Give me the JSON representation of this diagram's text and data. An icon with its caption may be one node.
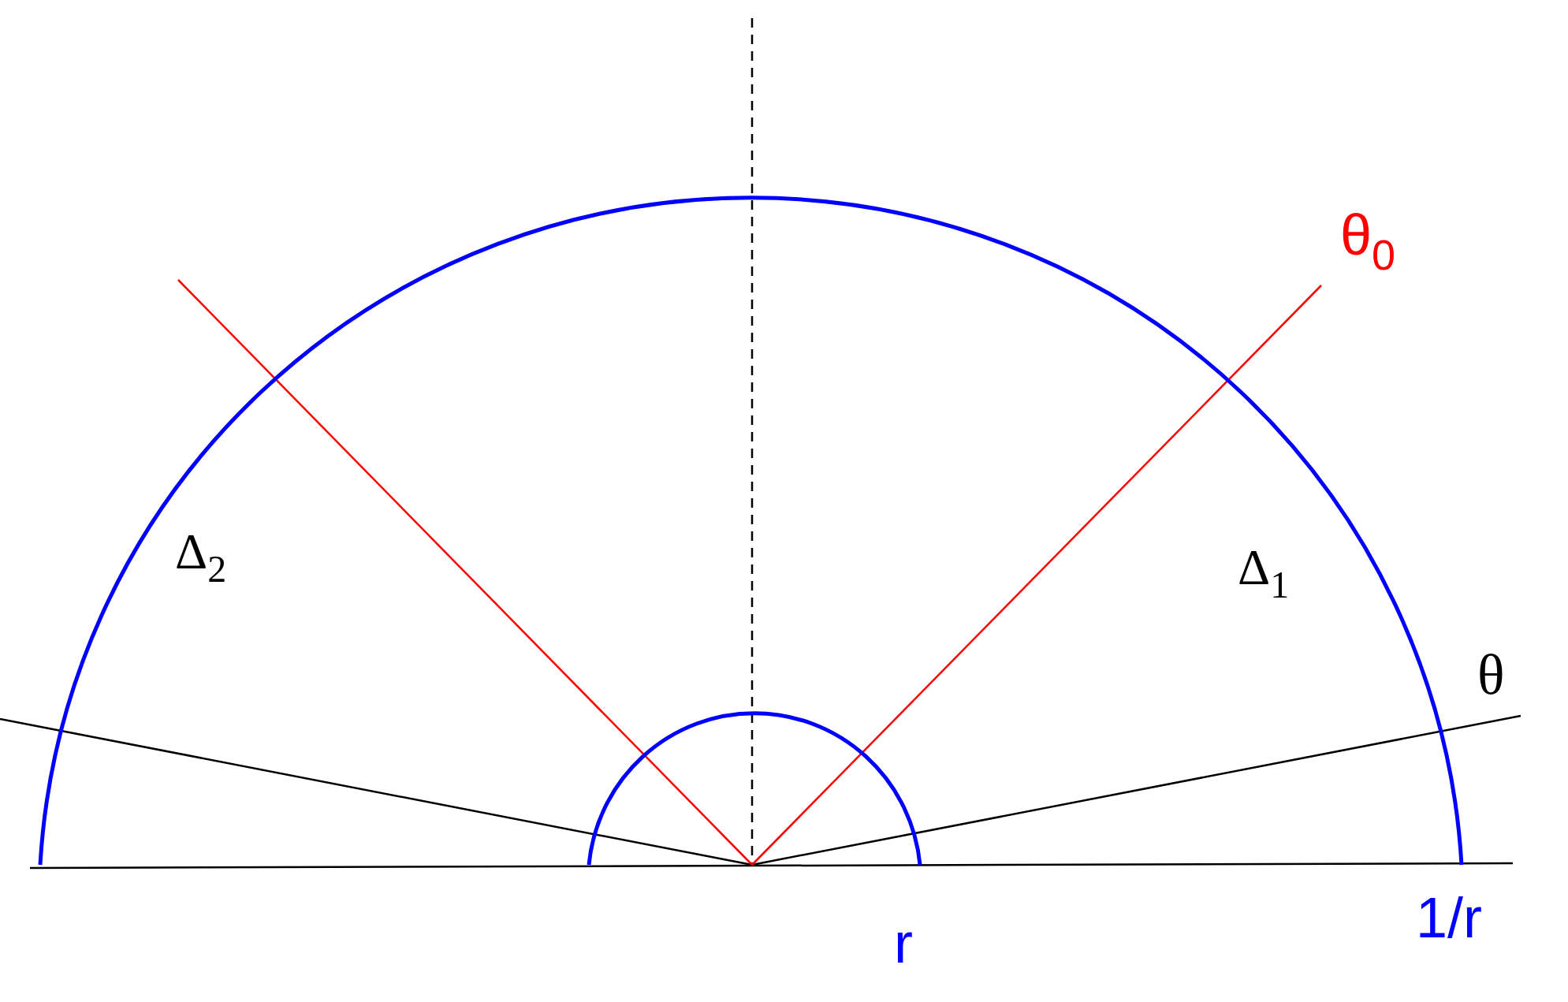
{
  "diagram": {
    "labels": [
      "θ$_{0}$",
      "Δ$_{2}$",
      "Δ$_{1}$",
      "θ",
      "r",
      "1/r"
    ]
  }
}
